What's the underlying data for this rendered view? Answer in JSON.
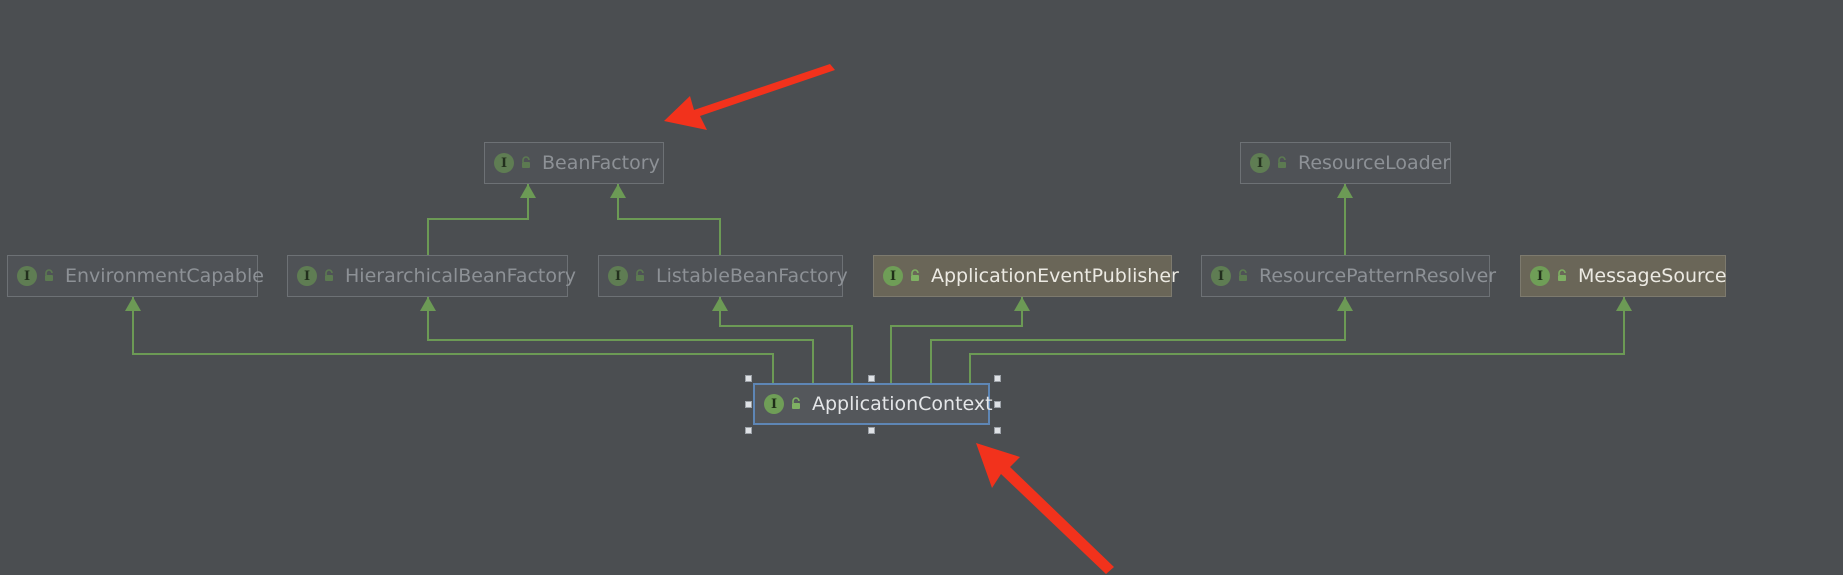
{
  "diagram": {
    "nodes": [
      {
        "id": "beanfactory",
        "label": "BeanFactory",
        "state": "dim",
        "icon": "interface-icon"
      },
      {
        "id": "resourceloader",
        "label": "ResourceLoader",
        "state": "dim",
        "icon": "interface-icon"
      },
      {
        "id": "environmentcapable",
        "label": "EnvironmentCapable",
        "state": "dim",
        "icon": "interface-icon"
      },
      {
        "id": "hierarchicalbeanfactory",
        "label": "HierarchicalBeanFactory",
        "state": "dim",
        "icon": "interface-icon"
      },
      {
        "id": "listablebeanfactory",
        "label": "ListableBeanFactory",
        "state": "dim",
        "icon": "interface-icon"
      },
      {
        "id": "applicationeventpublisher",
        "label": "ApplicationEventPublisher",
        "state": "active",
        "icon": "interface-icon"
      },
      {
        "id": "resourcepatternresolver",
        "label": "ResourcePatternResolver",
        "state": "dim",
        "icon": "interface-icon"
      },
      {
        "id": "messagesource",
        "label": "MessageSource",
        "state": "active",
        "icon": "interface-icon"
      },
      {
        "id": "applicationcontext",
        "label": "ApplicationContext",
        "state": "selected",
        "icon": "interface-icon"
      }
    ],
    "edges": [
      {
        "from": "hierarchicalbeanfactory",
        "to": "beanfactory"
      },
      {
        "from": "listablebeanfactory",
        "to": "beanfactory"
      },
      {
        "from": "resourcepatternresolver",
        "to": "resourceloader"
      },
      {
        "from": "applicationcontext",
        "to": "environmentcapable"
      },
      {
        "from": "applicationcontext",
        "to": "hierarchicalbeanfactory"
      },
      {
        "from": "applicationcontext",
        "to": "listablebeanfactory"
      },
      {
        "from": "applicationcontext",
        "to": "applicationeventpublisher"
      },
      {
        "from": "applicationcontext",
        "to": "resourcepatternresolver"
      },
      {
        "from": "applicationcontext",
        "to": "messagesource"
      }
    ],
    "colors": {
      "background": "#4b4e51",
      "edge": "#6c9a55",
      "annotation_arrow": "#f2321c",
      "selection": "#5e86b5"
    },
    "icon_glyph": "I"
  }
}
